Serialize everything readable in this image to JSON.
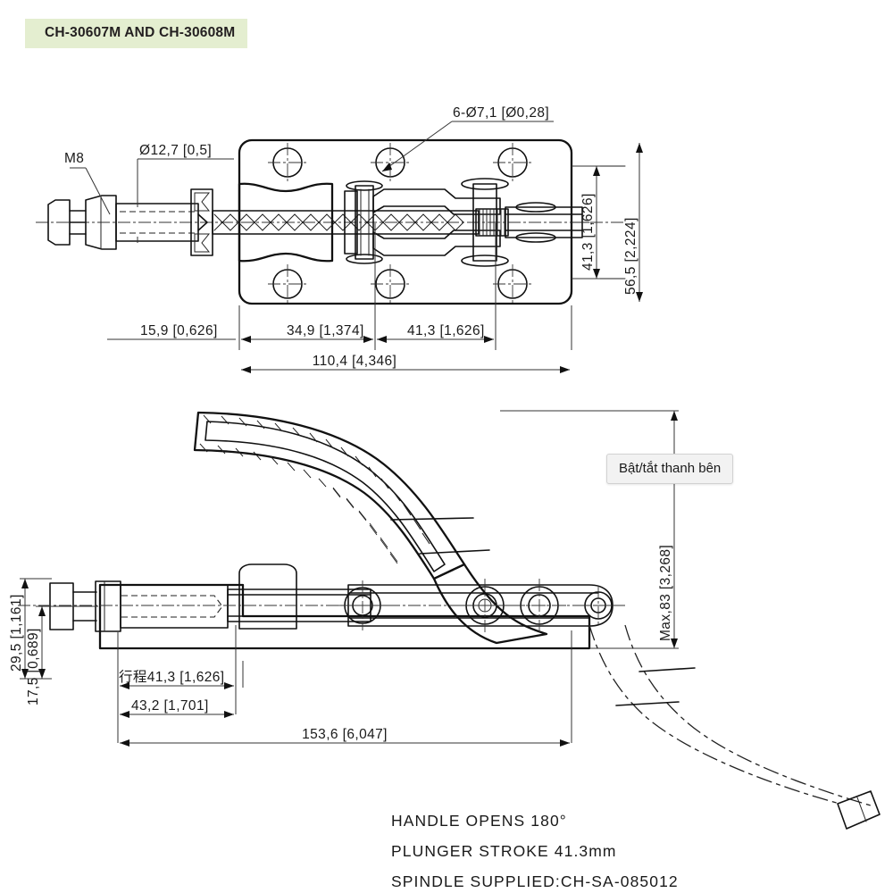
{
  "header": {
    "title": "CH-30607M AND CH-30608M",
    "banner_color": "#e4eed0"
  },
  "tooltip": {
    "text": "Bật/tắt thanh bên",
    "background": "#f2f2f2",
    "border_color": "#d2d2d2"
  },
  "top_view": {
    "callouts": {
      "holes": "6-Ø7,1  [Ø0,28]",
      "thread": "M8",
      "bushing": "Ø12,7  [0,5]"
    },
    "dimensions_horizontal": [
      {
        "id": "d_15_9",
        "label": "15,9  [0,626]"
      },
      {
        "id": "d_34_9",
        "label": "34,9  [1,374]"
      },
      {
        "id": "d_41_3",
        "label": "41,3  [1,626]"
      },
      {
        "id": "d_110_4",
        "label": "110,4  [4,346]"
      }
    ],
    "dimensions_vertical": [
      {
        "id": "v_41_3",
        "label": "41,3  [1,626]"
      },
      {
        "id": "v_56_5",
        "label": "56,5  [2,224]"
      }
    ]
  },
  "side_view": {
    "dimensions_vertical_left": [
      {
        "id": "s_29_5",
        "label": "29,5  [1,161]"
      },
      {
        "id": "s_17_5",
        "label": "17,5  [0,689]"
      }
    ],
    "dimensions_vertical_right": [
      {
        "id": "s_max83",
        "label": "Max,83  [3,268]"
      }
    ],
    "dimensions_horizontal": [
      {
        "id": "s_stroke",
        "label": "行程41,3  [1,626]"
      },
      {
        "id": "s_43_2",
        "label": "43,2  [1,701]"
      },
      {
        "id": "s_153_6",
        "label": "153,6  [6,047]"
      }
    ]
  },
  "notes": [
    "HANDLE  OPENS  180°",
    "PLUNGER  STROKE  41.3mm",
    "SPINDLE  SUPPLIED:CH-SA-085012"
  ]
}
